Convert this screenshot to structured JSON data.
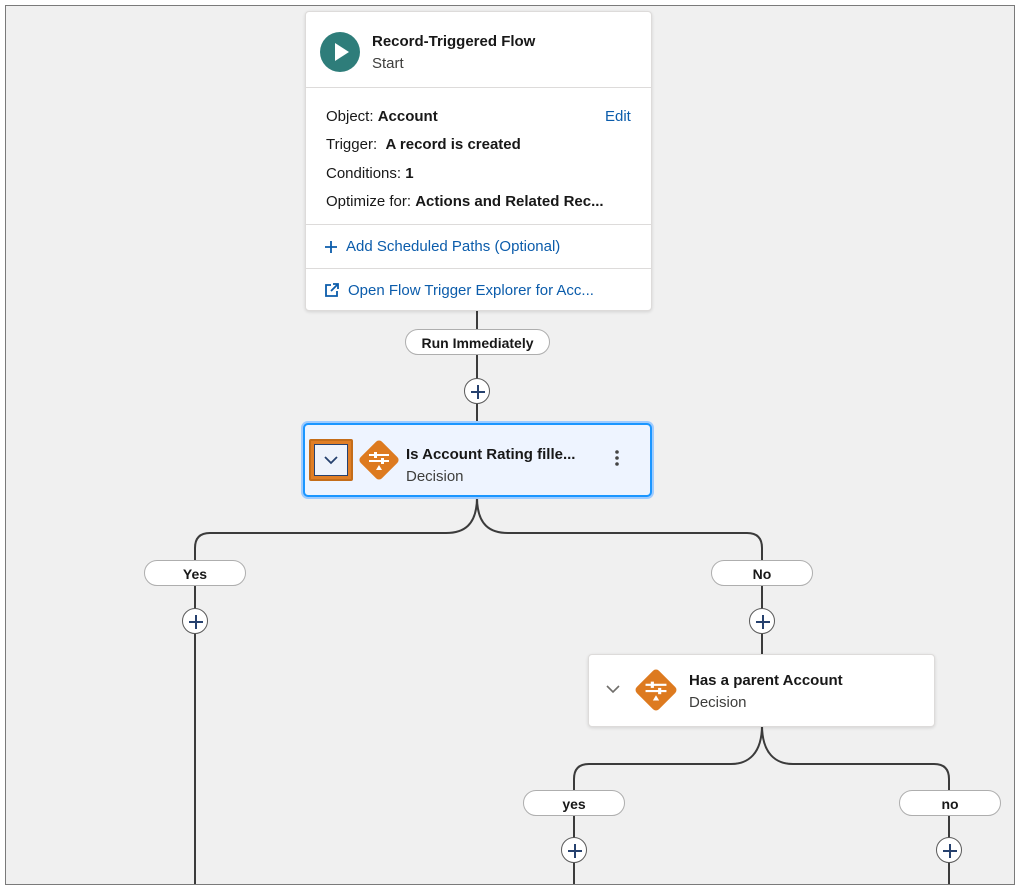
{
  "start": {
    "title": "Record-Triggered Flow",
    "subtitle": "Start",
    "object_label": "Object:",
    "object_value": "Account",
    "edit_label": "Edit",
    "trigger_label": "Trigger:",
    "trigger_value": "A record is created",
    "conditions_label": "Conditions:",
    "conditions_value": "1",
    "optimize_label": "Optimize for:",
    "optimize_value": "Actions and Related Rec...",
    "add_paths_label": "Add Scheduled Paths (Optional)",
    "explorer_label": "Open Flow Trigger Explorer for Acc..."
  },
  "paths": {
    "run_immediately": "Run Immediately",
    "yes": "Yes",
    "no": "No",
    "yes2": "yes",
    "no2": "no"
  },
  "decision1": {
    "title": "Is Account Rating fille...",
    "subtitle": "Decision"
  },
  "decision2": {
    "title": "Has a parent Account",
    "subtitle": "Decision"
  },
  "colors": {
    "start_icon": "#2e7d7a",
    "decision_icon": "#dd7a1f",
    "link": "#0b5cab",
    "selection": "#1b96ff",
    "highlight": "#c46d1a"
  },
  "icons": {
    "start": "play-icon",
    "decision": "decision-diamond-icon",
    "add": "plus-icon",
    "external": "external-link-icon",
    "collapse": "chevron-down-icon",
    "menu": "kebab-icon"
  }
}
